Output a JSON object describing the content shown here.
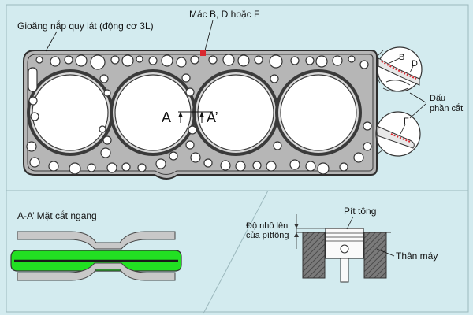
{
  "colors": {
    "background": "#d3ebef",
    "gasket_fill": "#b6b6b6",
    "gasket_outline": "#3a3a3a",
    "marking_red": "#d9282f",
    "highlight_green": "#22e022",
    "section_gray": "#c8c8c8",
    "block_gray": "#6e6e6e"
  },
  "labels": {
    "gasket_title": "Gioăng nắp quy lát (động cơ 3L)",
    "marking_codes": "Mác B, D hoặc F",
    "section_a": "A",
    "section_a_prime": "A’",
    "mark_b": "B",
    "mark_d": "D",
    "mark_f": "F",
    "stamp_mark_line1": "Dấu",
    "stamp_mark_line2": "phần cắt",
    "cross_section_title": "A-A’ Mặt cắt ngang",
    "piston_label": "Pít tông",
    "protrusion_line1": "Độ nhô lên",
    "protrusion_line2": "của píttông",
    "block_label": "Thân máy"
  }
}
